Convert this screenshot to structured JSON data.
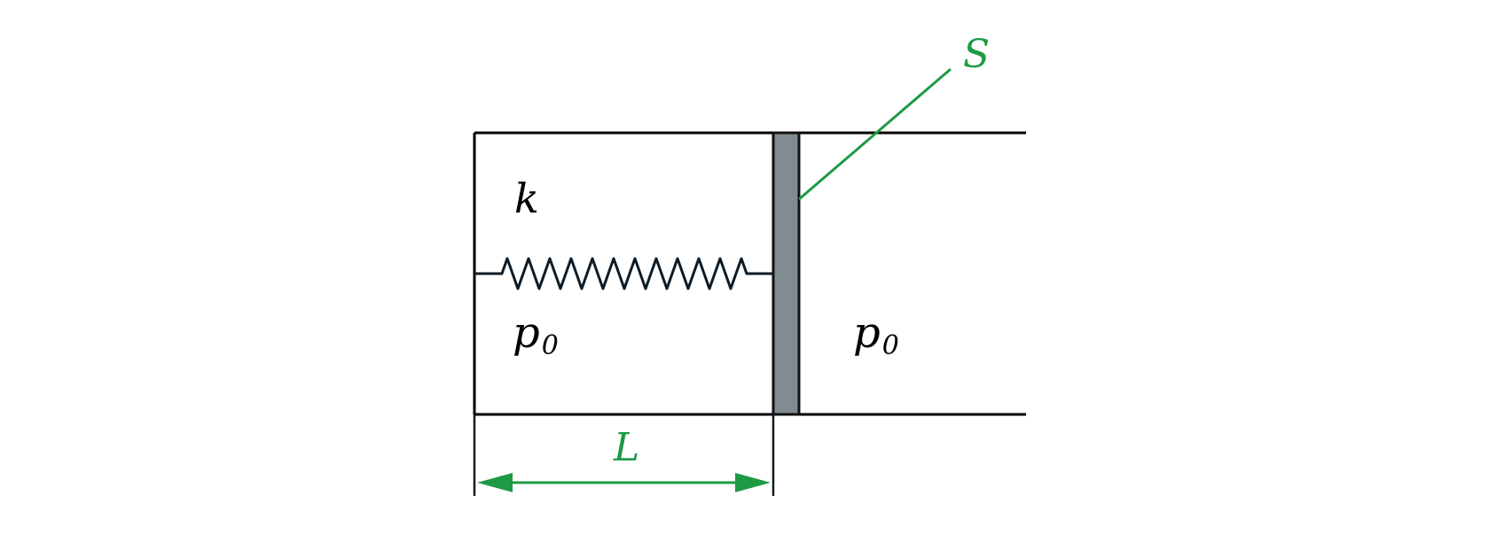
{
  "labels": {
    "spring_constant": "k",
    "pressure_left_base": "p",
    "pressure_left_sub": "0",
    "pressure_right_base": "p",
    "pressure_right_sub": "0",
    "length": "L",
    "area": "S"
  },
  "colors": {
    "wall": "#000000",
    "spring": "#0d1b26",
    "piston_fill": "#818b92",
    "piston_stroke": "#111111",
    "annotation": "#1e9a44",
    "text": "#000000"
  }
}
